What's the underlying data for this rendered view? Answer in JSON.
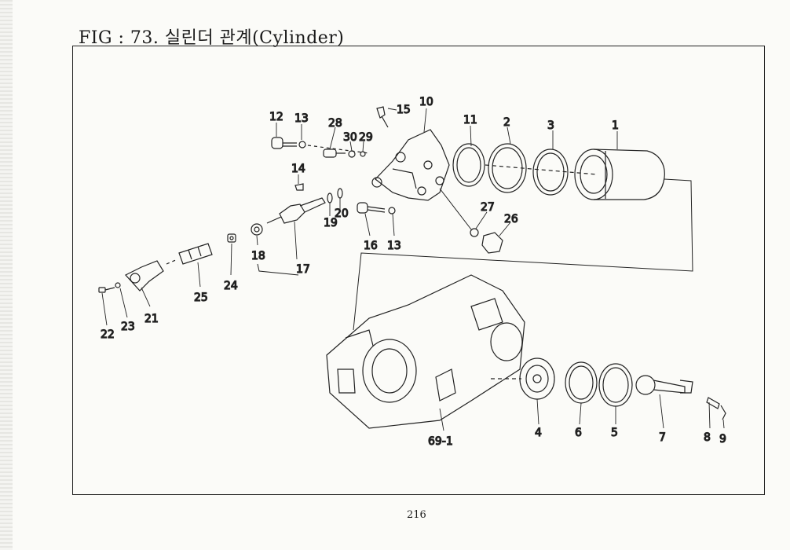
{
  "page": {
    "title": "FIG : 73. 실린더 관계(Cylinder)",
    "page_number": "216"
  },
  "callouts": [
    {
      "id": "1",
      "label": "1"
    },
    {
      "id": "2",
      "label": "2"
    },
    {
      "id": "3",
      "label": "3"
    },
    {
      "id": "4",
      "label": "4"
    },
    {
      "id": "5",
      "label": "5"
    },
    {
      "id": "6",
      "label": "6"
    },
    {
      "id": "7",
      "label": "7"
    },
    {
      "id": "8",
      "label": "8"
    },
    {
      "id": "9",
      "label": "9"
    },
    {
      "id": "10",
      "label": "10"
    },
    {
      "id": "11",
      "label": "11"
    },
    {
      "id": "12",
      "label": "12"
    },
    {
      "id": "13a",
      "label": "13"
    },
    {
      "id": "13b",
      "label": "13"
    },
    {
      "id": "14",
      "label": "14"
    },
    {
      "id": "15",
      "label": "15"
    },
    {
      "id": "16",
      "label": "16"
    },
    {
      "id": "17",
      "label": "17"
    },
    {
      "id": "18",
      "label": "18"
    },
    {
      "id": "19",
      "label": "19"
    },
    {
      "id": "20",
      "label": "20"
    },
    {
      "id": "21",
      "label": "21"
    },
    {
      "id": "22",
      "label": "22"
    },
    {
      "id": "23",
      "label": "23"
    },
    {
      "id": "24",
      "label": "24"
    },
    {
      "id": "25",
      "label": "25"
    },
    {
      "id": "26",
      "label": "26"
    },
    {
      "id": "27",
      "label": "27"
    },
    {
      "id": "28",
      "label": "28"
    },
    {
      "id": "29",
      "label": "29"
    },
    {
      "id": "30",
      "label": "30"
    },
    {
      "id": "69-1",
      "label": "69-1"
    }
  ]
}
